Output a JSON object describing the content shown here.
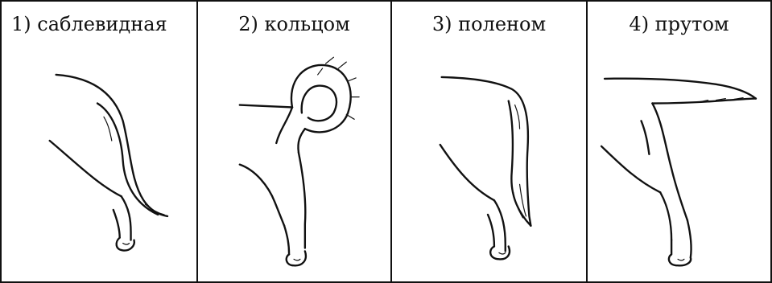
{
  "panels": [
    {
      "label": "1) саблевидная",
      "icon": "sabre-tail-icon"
    },
    {
      "label": "2) кольцом",
      "icon": "ring-tail-icon"
    },
    {
      "label": "3) поленом",
      "icon": "log-tail-icon"
    },
    {
      "label": "4) прутом",
      "icon": "rod-tail-icon"
    }
  ]
}
